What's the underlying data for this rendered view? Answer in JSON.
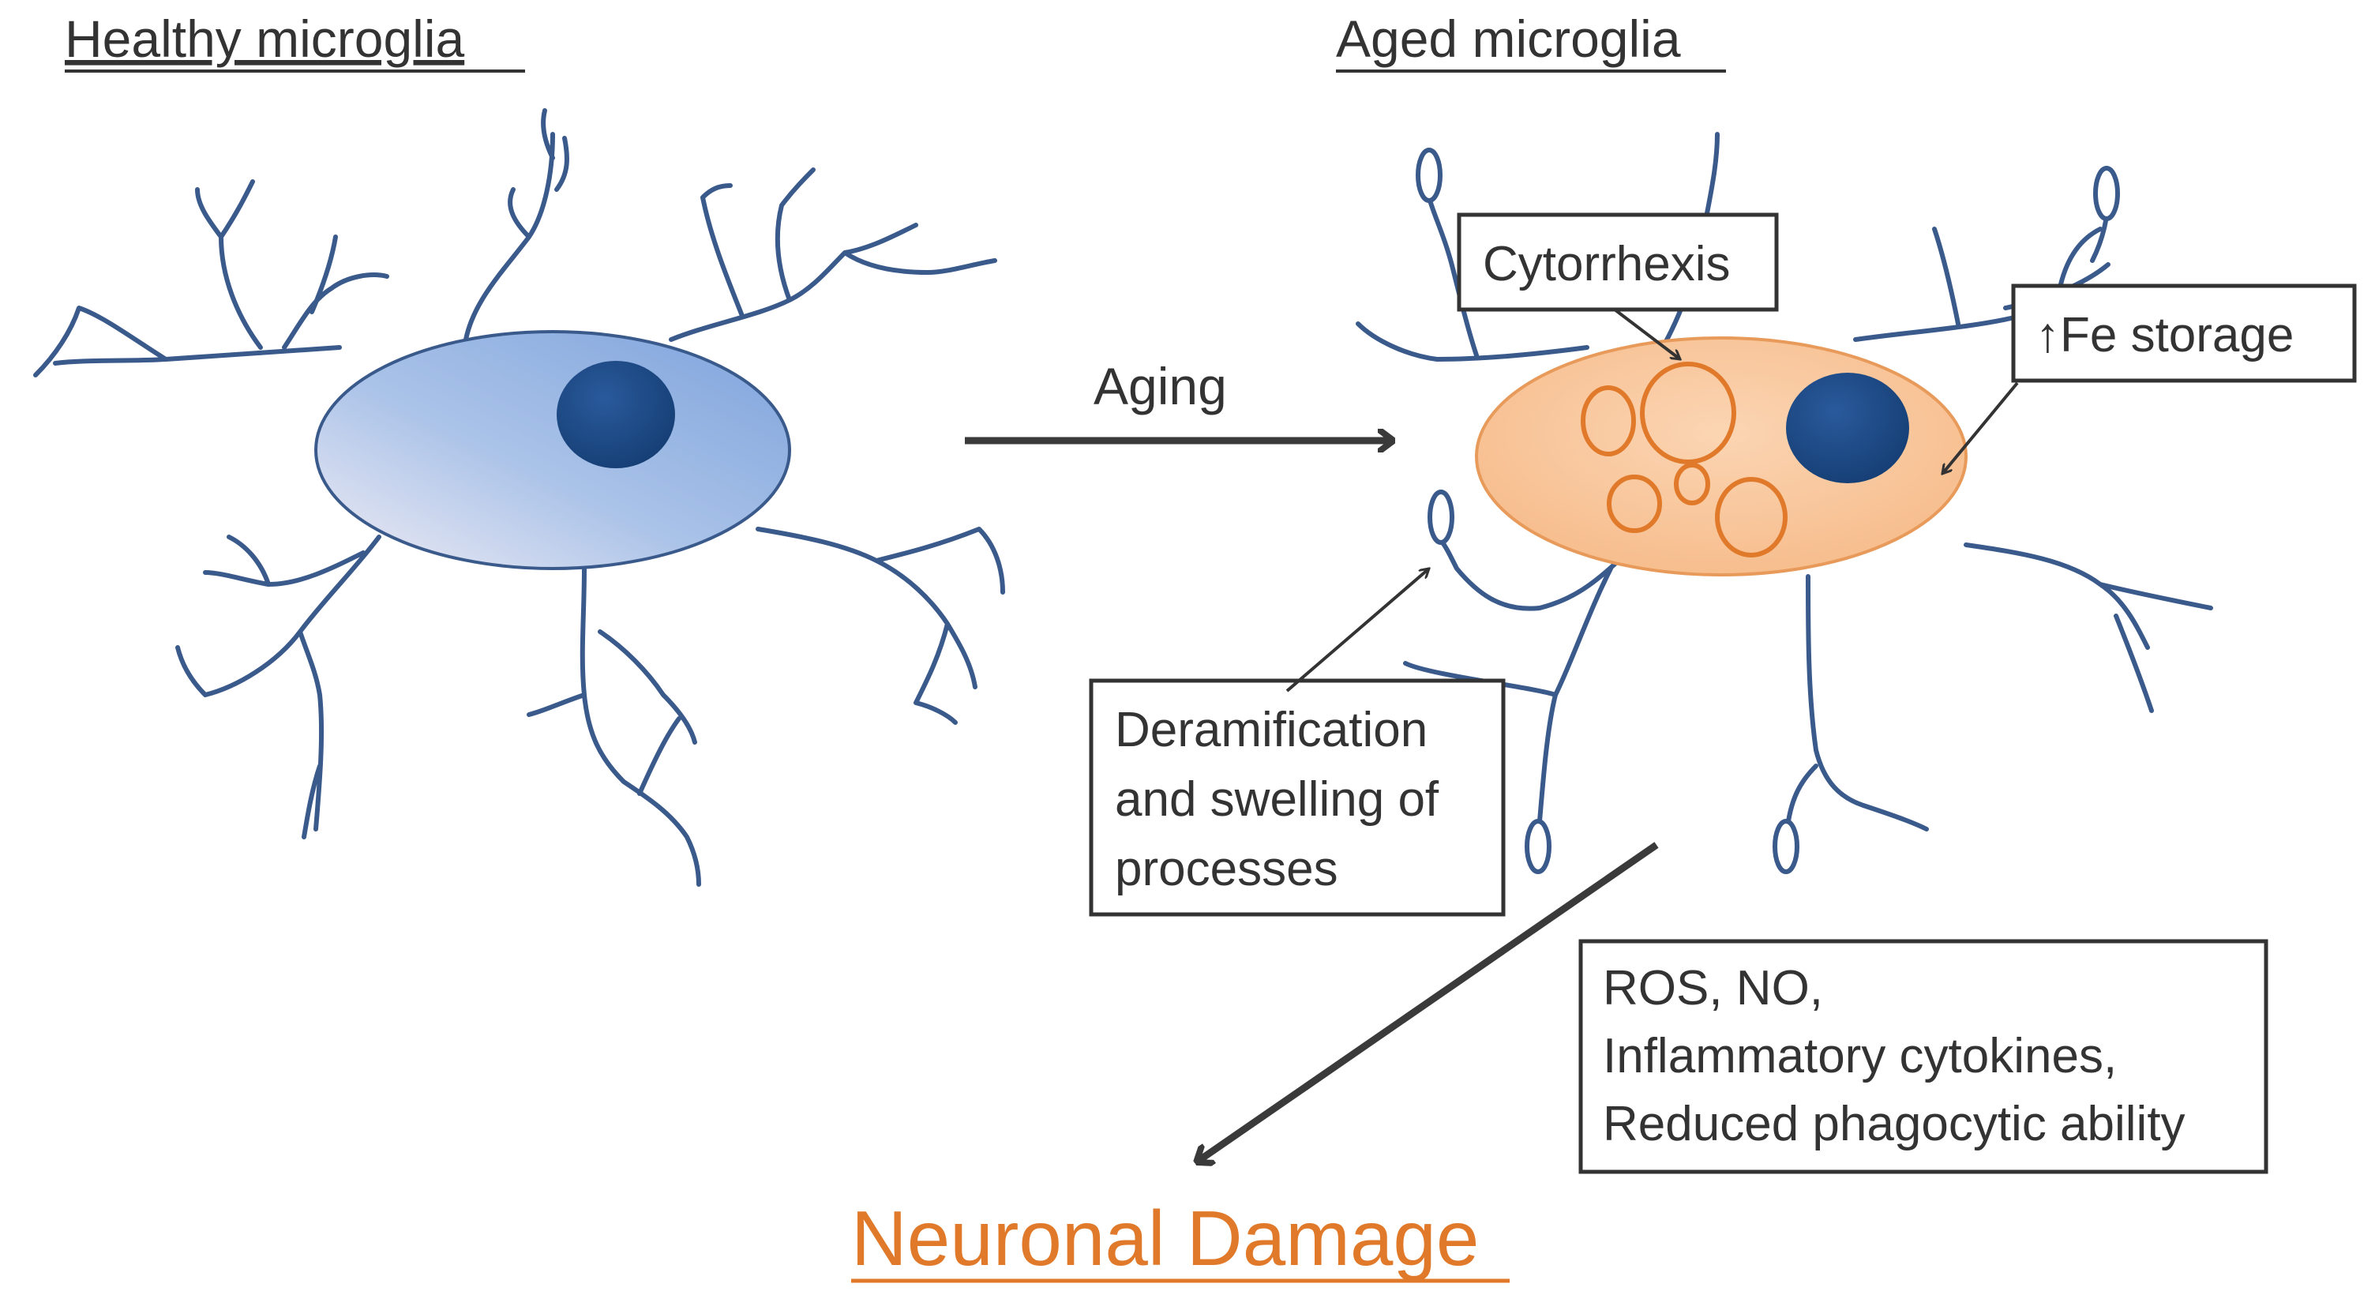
{
  "headings": {
    "healthy": "Healthy microglia",
    "aged": "Aged microglia"
  },
  "transition": {
    "aging_label": "Aging"
  },
  "annotations": {
    "cytorrhexis": "Cytorrhexis",
    "fe_storage": "↑Fe storage",
    "deramification": [
      "Deramification",
      "and swelling of",
      "processes"
    ],
    "effects": [
      "ROS, NO,",
      "Inflammatory cytokines,",
      "Reduced phagocytic ability"
    ]
  },
  "outcome": {
    "label": "Neuronal Damage"
  },
  "colors": {
    "process_stroke": "#3a5a8c",
    "healthy_body_light": "#dfe8f7",
    "healthy_body_dark": "#8fb0e0",
    "nucleus": "#1f4b86",
    "aged_body": "#f9c9a0",
    "aged_body_stroke": "#e89a5a",
    "vacuole": "#e07a2a",
    "outcome_text": "#e07a2a",
    "text": "#333333"
  }
}
